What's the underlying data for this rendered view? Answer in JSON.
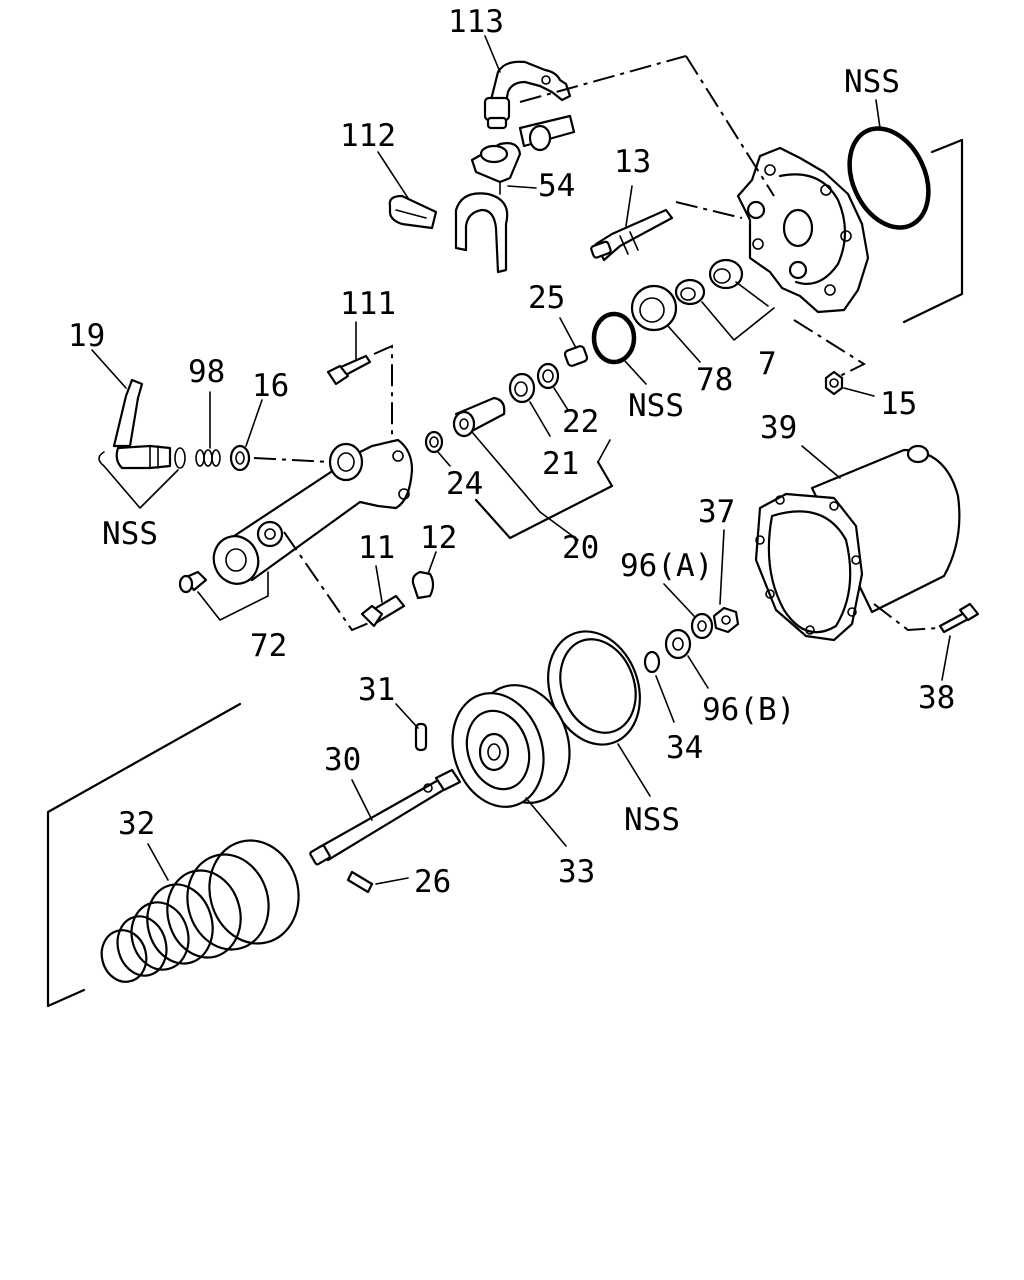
{
  "labels": {
    "l113": "113",
    "l112": "112",
    "l54": "54",
    "l13": "13",
    "nss_ring_top": "NSS",
    "l25": "25",
    "l111": "111",
    "l19": "19",
    "l98": "98",
    "l16": "16",
    "l78": "78",
    "l7": "7",
    "nss_oring_mid": "NSS",
    "l15": "15",
    "l22": "22",
    "l39": "39",
    "l24": "24",
    "l21": "21",
    "nss_left": "NSS",
    "l20": "20",
    "l37": "37",
    "l96a": "96(A)",
    "l11": "11",
    "l12": "12",
    "l72": "72",
    "l31": "31",
    "l96b": "96(B)",
    "l38": "38",
    "l30": "30",
    "l34": "34",
    "l32": "32",
    "nss_bottom": "NSS",
    "l33": "33",
    "l26": "26"
  }
}
